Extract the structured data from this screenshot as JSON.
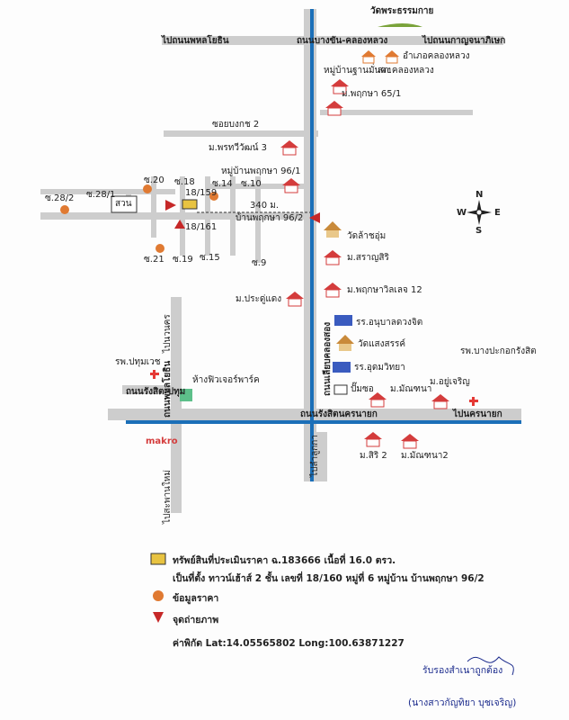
{
  "labels": {
    "temple_top": "วัดพระธรรมกาย",
    "road_left_top": "ไปถนนพหลโยธิน",
    "road_main_top": "ถนนบางขัน-คลองหลวง",
    "road_right_top": "ไปถนนกาญจนาภิเษก",
    "amphoe": "อำเภอคลองหลวง",
    "police": "สภ.คลองหลวง",
    "v_baan_thanmankong": "หมู่บ้านฐานมั่นคง",
    "v_pruksa_65": "ม.พฤกษา 65/1",
    "soi_bk2": "ซอยบงกช 2",
    "v_pornthawee": "ม.พรทวีวัฒน์ 3",
    "v_pruksa_96_1": "หมู่บ้านพฤกษา 96/1",
    "distance": "340 ม.",
    "v_pruksa_96_2": "บ้านพฤกษา 96/2",
    "soi_28_2": "ซ.28/2",
    "soi_28_1": "ซ.28/1",
    "suan": "สวน",
    "soi_20": "ซ.20",
    "soi_18": "ซ.18",
    "plot_18_159": "18/159",
    "plot_18_161": "18/161",
    "soi_14": "ซ.14",
    "soi_10": "ซ.10",
    "soi_21": "ซ.21",
    "soi_19": "ซ.19",
    "soi_15": "ซ.15",
    "soi_9": "ซ.9",
    "wat_lasoum": "วัดล้าชอุ่ม",
    "v_srangsiri": "ม.สราญสิริ",
    "v_pruksa_villa": "ม.พฤกษาวิลเลจ 12",
    "v_pradu_daeng": "ม.ประดู่แดง",
    "school_anuban": "รร.อนุบาลดวงจิต",
    "wat_saengsan": "วัดแสงสรรค์",
    "school_udom": "รร.อุดมวิทยา",
    "road_khlong_song": "ถนนเลียบคลองสอง",
    "road_phahon_ind": "ไปนวนคร",
    "hosp_pathumvej": "รพ.ปทุมเวช",
    "mall_future": "ห้างฟิวเจอร์พาร์ค",
    "road_rangsit_pathum": "ถนนรังสิต-ปทุม",
    "road_phahonyothin": "ถนนพหลโยธิน",
    "makro": "makro",
    "road_saphan_mai": "ไปสะพานใหม่",
    "petrol": "ปั๊มซอ",
    "v_monthana": "ม.มัณฑนา",
    "v_yoocharoen": "ม.อยู่เจริญ",
    "hosp_bangprakok": "รพ.บางปะกอกรังสิต",
    "road_rangsit_nakhon": "ถนนรังสิตนครนายก",
    "road_to_nakhon": "ไปนครนายก",
    "road_lamlukka": "ไปลำลูกกา",
    "v_siri2": "ม.สิริ 2",
    "v_monthana2": "ม.มัณฑนา2",
    "compass_n": "N",
    "compass_s": "S",
    "compass_e": "E",
    "compass_w": "W"
  },
  "legend": {
    "property_line1": "ทรัพย์สินที่ประเมินราคา ฉ.183666 เนื้อที่ 16.0 ตรว.",
    "property_line2": "เป็นที่ตั้ง ทาวน์เฮ้าส์ 2 ชั้น เลขที่ 18/160 หมู่ที่ 6 หมู่บ้าน บ้านพฤกษา 96/2",
    "price_data": "ข้อมูลราคา",
    "photo_point": "จุดถ่ายภาพ",
    "coordinates": "ค่าพิกัด Lat:14.05565802 Long:100.63871227"
  },
  "signature": {
    "certify": "รับรองสำเนาถูกต้อง",
    "name": "(นางสาวกัญทิยา บุชเจริญ)"
  },
  "colors": {
    "road": "#cdcdcd",
    "canal": "#1b6fb8",
    "house_roof": "#d43c3c",
    "price_dot": "#e07a32",
    "photo_marker": "#c62828",
    "property_fill": "#e8c341",
    "hospital_cross": "#e53935"
  }
}
